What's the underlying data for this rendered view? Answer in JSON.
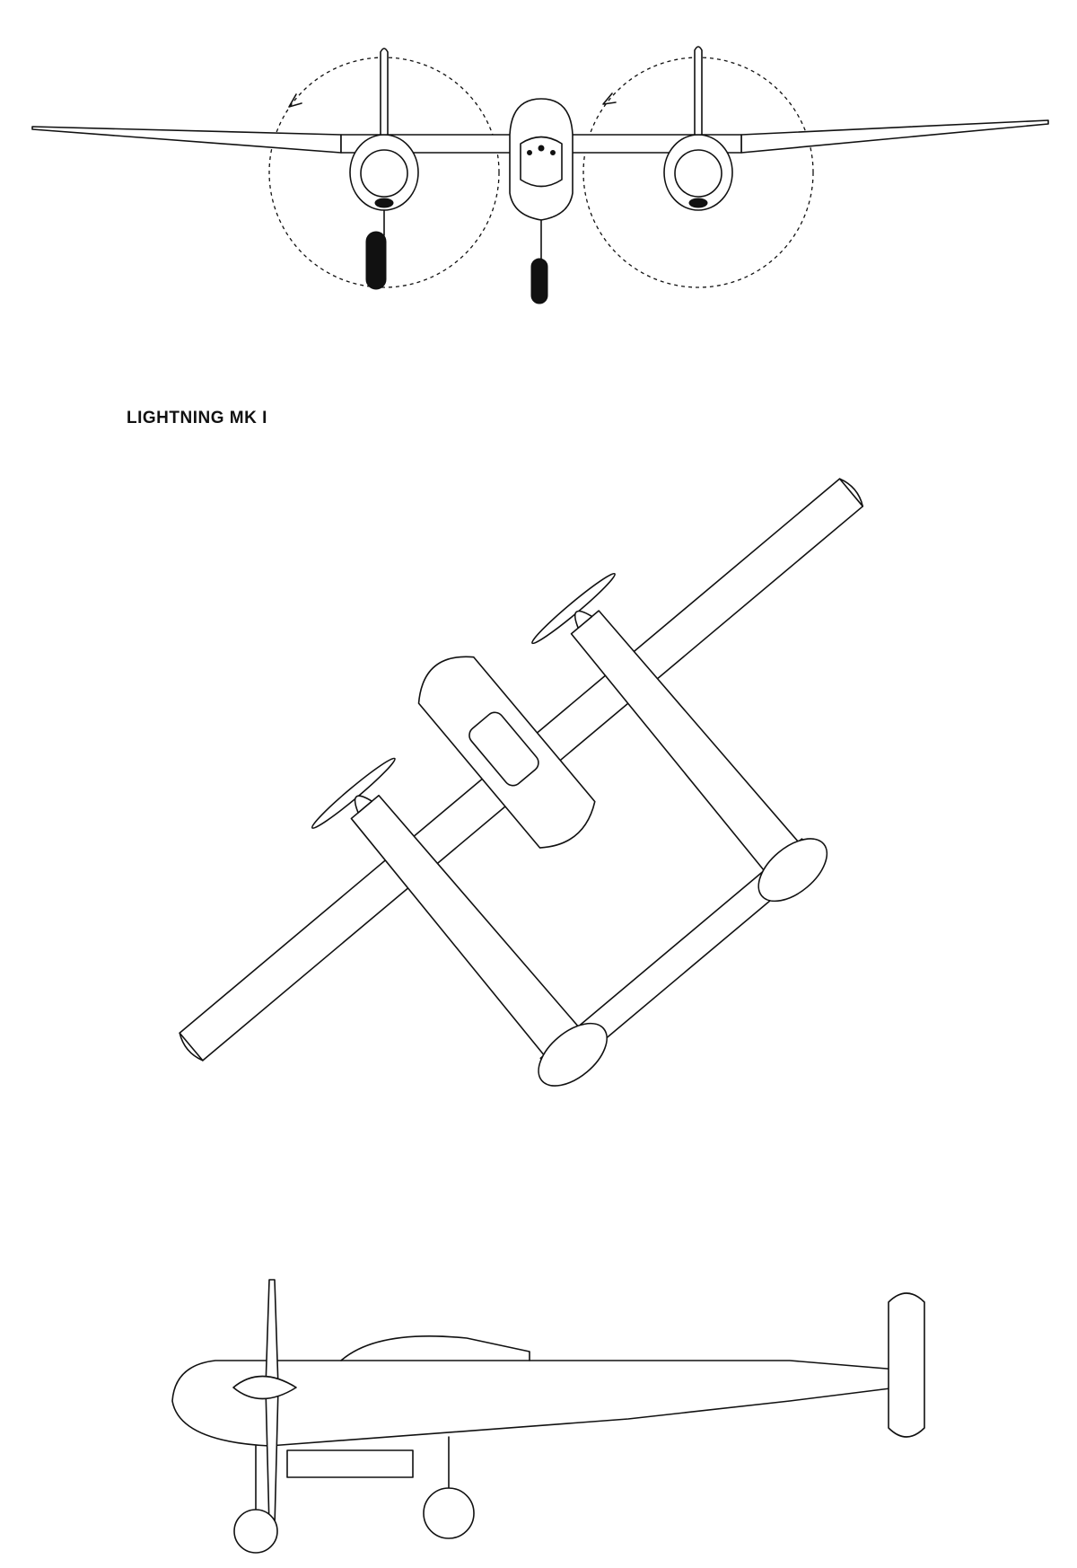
{
  "title": "LIGHTNING MK I",
  "views": [
    {
      "id": "front",
      "description_name": "front-view"
    },
    {
      "id": "plan",
      "description_name": "plan-view"
    },
    {
      "id": "side",
      "description_name": "side-view"
    }
  ]
}
